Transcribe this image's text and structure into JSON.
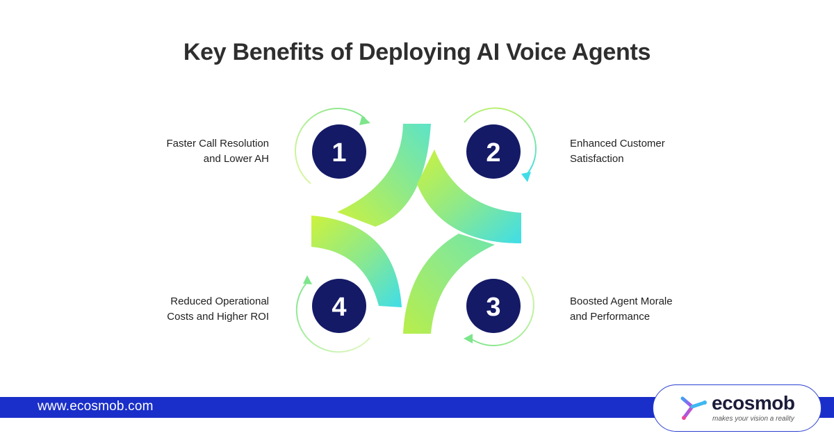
{
  "title": "Key Benefits of Deploying AI Voice Agents",
  "benefits": [
    {
      "number": "1",
      "line1": "Faster Call Resolution",
      "line2": "and Lower AH"
    },
    {
      "number": "2",
      "line1": "Enhanced Customer",
      "line2": "Satisfaction"
    },
    {
      "number": "3",
      "line1": "Boosted Agent Morale",
      "line2": "and Performance"
    },
    {
      "number": "4",
      "line1": "Reduced Operational",
      "line2": "Costs and Higher ROI"
    }
  ],
  "footer": {
    "url": "www.ecosmob.com",
    "brand": "ecosmob",
    "tagline": "makes your vision a reality"
  },
  "colors": {
    "circle_fill": "#141a66",
    "gradient_start": "#cdf23c",
    "gradient_mid": "#8ee98a",
    "gradient_end": "#3fdde8",
    "footer_bar": "#1a2fc9"
  }
}
